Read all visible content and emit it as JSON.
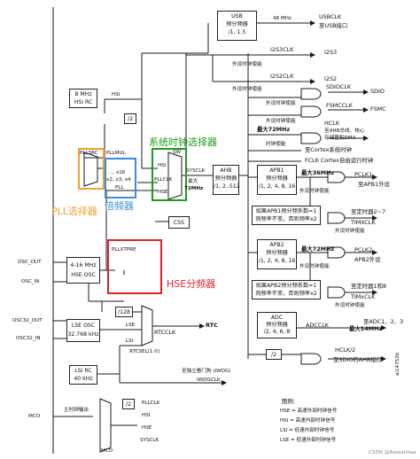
{
  "colors": {
    "orange": "#f0a030",
    "blue": "#3c8ae0",
    "green": "#1e9a1e",
    "red": "#d8242a",
    "line": "#1a1a1a"
  },
  "annotations": {
    "sysclk_mux": "系统时钟选择器",
    "pll_src": "PLL选择器",
    "pll_mul": "倍频器",
    "hse_div": "HSE分频器"
  },
  "usb": {
    "title": "USB",
    "line1": "预分频器",
    "line2": "/1, 1.5",
    "freq": "48 MHz",
    "clk": "USBCLK",
    "dest": "至USB接口"
  },
  "i2s": {
    "clk3": "I2S3CLK",
    "dest3": "I2S3",
    "enable3": "外设时钟使能",
    "clk2": "I2S2CLK",
    "dest2": "I2S2",
    "enable2": "外设时钟使能"
  },
  "sdio": {
    "clk": "SDIOCLK",
    "dest": "SDIO",
    "enable": "外设时钟使能"
  },
  "fsmc": {
    "clk": "FSMCCLK",
    "dest": "FSMC",
    "enable": "外设时钟使能"
  },
  "hclk": {
    "label": "HCLK",
    "line1": "至AHB总线、核心",
    "line2": "存储器和DMA",
    "max": "最大72MHz",
    "enable": "时钟使能"
  },
  "cortex": {
    "text": "至Cortex系统时钟",
    "fclk": "FCLK Cortex自由运行时钟"
  },
  "hsi": {
    "freq": "8 MHz",
    "name": "HSI RC",
    "label": "HSI",
    "div2": "/2"
  },
  "pll": {
    "src": "PLLSRC",
    "mul": "PLLMUL",
    "mul_vals": "..., x16",
    "mul_vals2": "x2, x3, x4",
    "name": "PLL",
    "xtpre": "PLLXTPRE"
  },
  "sw": {
    "label": "SW",
    "hsi": "HSI",
    "pllclk": "PLLCLK",
    "hse": "HSE",
    "sysclk": "SYSCLK",
    "max": "最大",
    "max_val": "72MHz"
  },
  "ahb": {
    "title": "AHB",
    "line1": "预分频器",
    "line2": "/1, 2..512"
  },
  "css": "CSS",
  "apb1": {
    "title": "APB1",
    "line1": "预分频器",
    "line2": "/1, 2, 4, 8, 16",
    "max": "最大36MHz",
    "pclk": "PCLK1",
    "dest": "至APB1外设",
    "enable": "外设时钟使能",
    "cond1": "如果APB1预分频系数=1",
    "cond2": "则频率不变，否则频率x2",
    "tim": "至定时器2~7",
    "timclk": "TIMXCLK",
    "tim_enable": "外设时钟使能"
  },
  "apb2": {
    "title": "APB2",
    "line1": "预分频器",
    "line2": "/1, 2, 4, 8, 16",
    "max": "最大72MHz",
    "pclk": "PCLK2",
    "dest": "APB2外设",
    "enable": "外设时钟使能",
    "cond1": "如果APB2预分频系数=1",
    "cond2": "则频率不变，否则频率x2",
    "tim": "至定时器1和8",
    "timclk": "TIMxCLK",
    "tim_enable": "外设时钟使能"
  },
  "adc": {
    "title": "ADC",
    "line1": "预分频器",
    "line2": "/2, 4, 6, 8",
    "clk": "ADCCLK",
    "dest": "至ADC1、2、3",
    "max": "最大14MHz"
  },
  "sdio_ahb": {
    "div": "/2",
    "label": "HCLK/2",
    "dest": "至SDIO的AHB接口"
  },
  "osc": {
    "out": "OSC_OUT",
    "in": "OSC_IN",
    "hse_freq": "4-16 MHz",
    "hse_name": "HSE OSC",
    "out32": "OSC32_OUT",
    "in32": "OSC32_IN",
    "lse_name": "LSE OSC",
    "lse_freq": "32.768 kHz",
    "lsi_name": "LSI RC",
    "lsi_freq": "40 kHz"
  },
  "rtc": {
    "div128": "/128",
    "lse": "LSE",
    "lsi": "LSI",
    "clk": "RTCCLK",
    "dest": "RTC",
    "sel": "RTCSEL[1:0]"
  },
  "iwdg": {
    "dest": "至独立看门狗 (IWDG)",
    "clk": "IWDGCLK"
  },
  "mco": {
    "label": "MCO",
    "title": "主时钟输出",
    "div2": "/2",
    "pllclk": "PLLCLK",
    "hsi": "HSI",
    "hse": "HSE",
    "sysclk": "SYSCLK",
    "sel": "MCO"
  },
  "legend": {
    "title": "图例:",
    "hse": "HSE = 高速外部时钟信号",
    "hsi": "HSI = 高速内部时钟信号",
    "lsi": "LSI = 低速内部时钟信号",
    "lse": "LSE = 低速外部时钟信号"
  },
  "footer": {
    "id": "ai14752b",
    "watermark": "CSDN @Rwwahhaa"
  }
}
